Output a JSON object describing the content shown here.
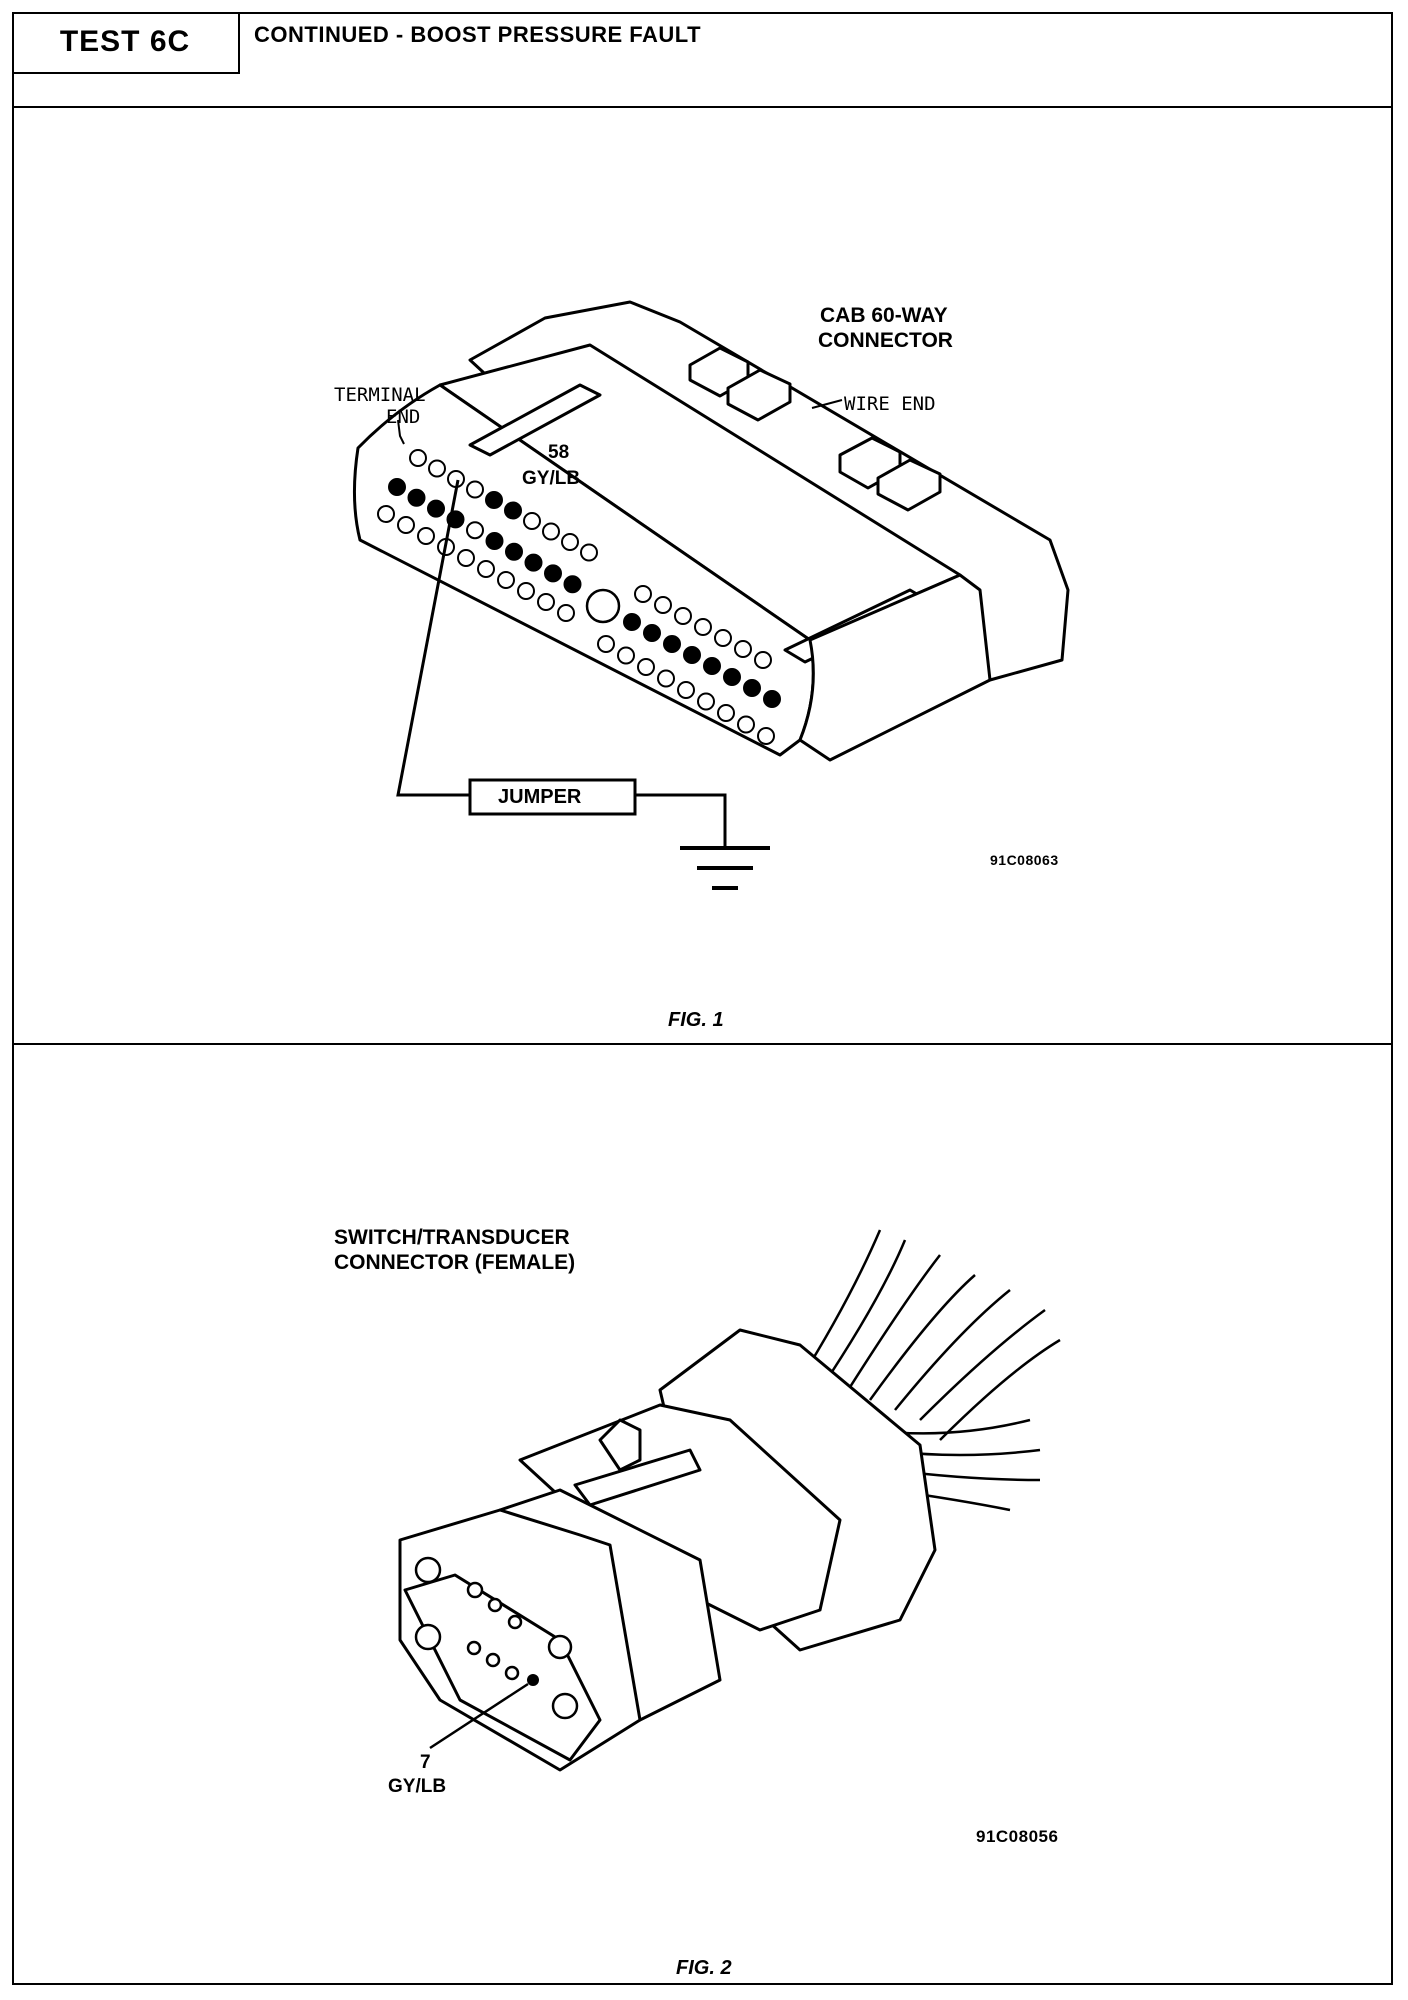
{
  "header": {
    "test_id": "TEST 6C",
    "title": "CONTINUED - BOOST PRESSURE FAULT"
  },
  "fig1": {
    "connector_label_line1": "CAB 60-WAY",
    "connector_label_line2": "CONNECTOR",
    "terminal_end_line1": "TERMINAL",
    "terminal_end_line2": "END",
    "wire_end": "WIRE END",
    "pin_number": "58",
    "pin_wire": "GY/LB",
    "jumper": "JUMPER",
    "art_code": "91C08063",
    "caption": "FIG. 1"
  },
  "fig2": {
    "connector_label_line1": "SWITCH/TRANSDUCER",
    "connector_label_line2": "CONNECTOR (FEMALE)",
    "pin_number": "7",
    "pin_wire": "GY/LB",
    "art_code": "91C08056",
    "caption": "FIG. 2"
  }
}
